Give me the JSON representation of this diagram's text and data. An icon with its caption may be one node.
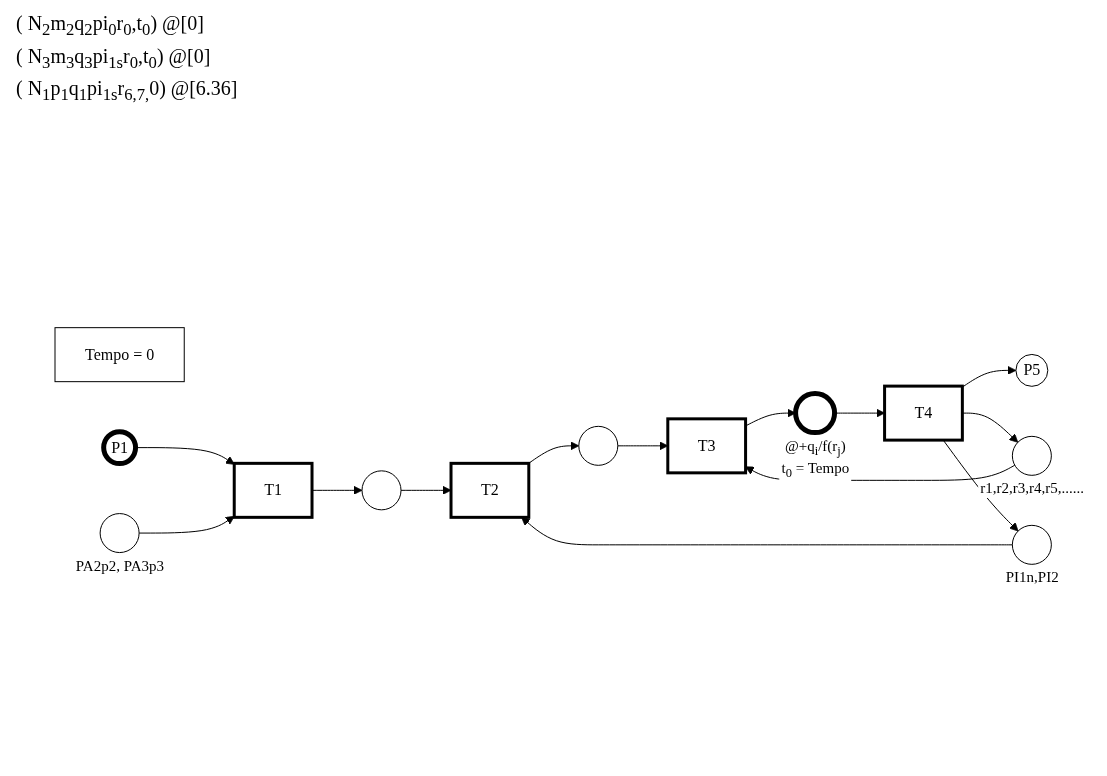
{
  "diagram": {
    "nodes": [
      {
        "text": [
          "Tempo = 0"
        ]
      },
      {
        "text": [
          "P1"
        ]
      },
      {
        "text": [
          "T1"
        ]
      },
      {
        "text": [],
        "shape": "circle"
      },
      {
        "text": [
          "T2"
        ]
      },
      {
        "text": [],
        "shape": "circle"
      },
      {
        "text": [
          "T3"
        ]
      },
      {
        "text": [
          "T4"
        ]
      },
      {
        "text": [],
        "shape": "circle",
        "beside": [
          "@+q$_{i}$/f(r$_{j}$)",
          "t$_{0}$ = Tempo"
        ]
      },
      {
        "text": [
          "P5"
        ]
      },
      {
        "text": [],
        "shape": "circle",
        "beside": [
          "r1,r2,r3,r4,r5,......"
        ]
      },
      {
        "text": [],
        "shape": "circle",
        "beside": [
          "PI1n,PI2"
        ]
      },
      {
        "text": [],
        "shape": "circle",
        "beside": [
          "PA2p2, PA3p3"
        ]
      }
    ],
    "edges": [
      {
        "from": 1,
        "to": 2,
        "arrow": "to"
      },
      {
        "from": 2,
        "to": 3,
        "arrow": "to"
      },
      {
        "from": 3,
        "to": 4,
        "arrow": "to"
      },
      {
        "from": 4,
        "to": 5,
        "arrow": "to"
      },
      {
        "from": 5,
        "to": 6,
        "arrow": "to"
      },
      {
        "from": 6,
        "to": 8,
        "arrow": "to"
      },
      {
        "from": 8,
        "to": 7,
        "arrow": "to"
      },
      {
        "from": 7,
        "to": 9,
        "arrow": "to"
      },
      {
        "from": 7,
        "to": 10,
        "arrow": "to"
      },
      {
        "from": 10,
        "to": 6,
        "arrow": "to"
      },
      {
        "from": 7,
        "to": 11,
        "arrow": "to"
      },
      {
        "from": 11,
        "to": 4,
        "arrow": "to"
      },
      {
        "from": 12,
        "to": 2,
        "arrow": "to"
      }
    ],
    "labels": [
      "( N$_{2}$m$_{2}$q$_{2}$pi$_{0}$r$_{0}$,t$_{0}$) @[0]",
      "( N$_{3}$m$_{3}$q$_{3}$pi$_{1s}$r$_{0}$,t$_{0}$) @[0]",
      "( N$_{1}$p$_{1}$q$_{1}$pi$_{1s}$r$_{6,7,}$0) @[6.36]"
    ]
  }
}
